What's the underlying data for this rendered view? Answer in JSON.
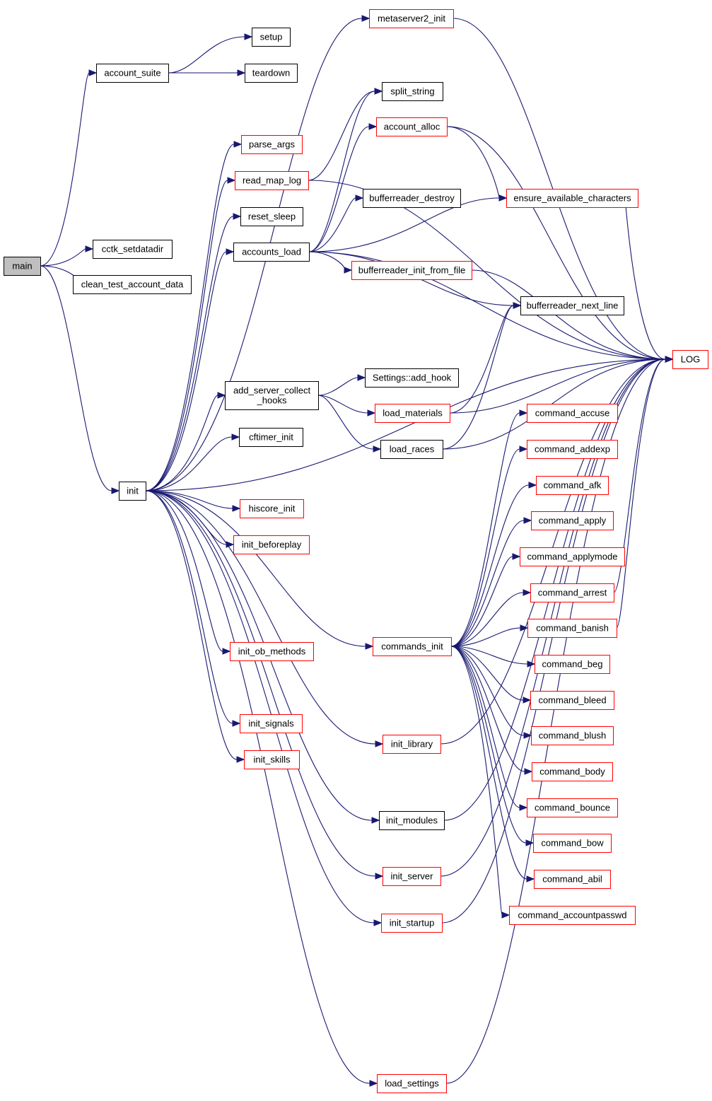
{
  "colors": {
    "edge": "#191970",
    "node_border_default": "#000000",
    "node_border_truncated": "#ff0000",
    "node_fill_root": "#bfbfbf",
    "node_fill": "#ffffff"
  },
  "nodes": [
    {
      "id": "main",
      "label": "main",
      "border": "black",
      "fill": "root"
    },
    {
      "id": "account_suite",
      "label": "account_suite",
      "border": "black"
    },
    {
      "id": "setup",
      "label": "setup",
      "border": "black"
    },
    {
      "id": "teardown",
      "label": "teardown",
      "border": "black"
    },
    {
      "id": "cctk_setdatadir",
      "label": "cctk_setdatadir",
      "border": "black"
    },
    {
      "id": "clean_test_account_data",
      "label": "clean_test_account_data",
      "border": "black"
    },
    {
      "id": "init",
      "label": "init",
      "border": "black"
    },
    {
      "id": "metaserver2_init",
      "label": "metaserver2_init",
      "border": "red"
    },
    {
      "id": "split_string",
      "label": "split_string",
      "border": "black"
    },
    {
      "id": "account_alloc",
      "label": "account_alloc",
      "border": "red"
    },
    {
      "id": "parse_args",
      "label": "parse_args",
      "border": "red"
    },
    {
      "id": "read_map_log",
      "label": "read_map_log",
      "border": "red"
    },
    {
      "id": "bufferreader_destroy",
      "label": "bufferreader_destroy",
      "border": "black"
    },
    {
      "id": "ensure_available_characters",
      "label": "ensure_available_characters",
      "border": "red"
    },
    {
      "id": "reset_sleep",
      "label": "reset_sleep",
      "border": "black"
    },
    {
      "id": "accounts_load",
      "label": "accounts_load",
      "border": "black"
    },
    {
      "id": "bufferreader_init_from_file",
      "label": "bufferreader_init_from_file",
      "border": "red"
    },
    {
      "id": "bufferreader_next_line",
      "label": "bufferreader_next_line",
      "border": "black"
    },
    {
      "id": "LOG",
      "label": "LOG",
      "border": "red"
    },
    {
      "id": "add_server_collect_hooks",
      "label": "add_server_collect\n_hooks",
      "border": "black"
    },
    {
      "id": "settings_add_hook",
      "label": "Settings::add_hook",
      "border": "black"
    },
    {
      "id": "load_materials",
      "label": "load_materials",
      "border": "red"
    },
    {
      "id": "load_races",
      "label": "load_races",
      "border": "black"
    },
    {
      "id": "cftimer_init",
      "label": "cftimer_init",
      "border": "black"
    },
    {
      "id": "command_accuse",
      "label": "command_accuse",
      "border": "red"
    },
    {
      "id": "command_addexp",
      "label": "command_addexp",
      "border": "red"
    },
    {
      "id": "command_afk",
      "label": "command_afk",
      "border": "red"
    },
    {
      "id": "hiscore_init",
      "label": "hiscore_init",
      "border": "red"
    },
    {
      "id": "command_apply",
      "label": "command_apply",
      "border": "red"
    },
    {
      "id": "init_beforeplay",
      "label": "init_beforeplay",
      "border": "red"
    },
    {
      "id": "command_applymode",
      "label": "command_applymode",
      "border": "red"
    },
    {
      "id": "command_arrest",
      "label": "command_arrest",
      "border": "red"
    },
    {
      "id": "command_banish",
      "label": "command_banish",
      "border": "red"
    },
    {
      "id": "init_ob_methods",
      "label": "init_ob_methods",
      "border": "red"
    },
    {
      "id": "commands_init",
      "label": "commands_init",
      "border": "red"
    },
    {
      "id": "command_beg",
      "label": "command_beg",
      "border": "red"
    },
    {
      "id": "command_bleed",
      "label": "command_bleed",
      "border": "red"
    },
    {
      "id": "init_signals",
      "label": "init_signals",
      "border": "red"
    },
    {
      "id": "command_blush",
      "label": "command_blush",
      "border": "red"
    },
    {
      "id": "init_library",
      "label": "init_library",
      "border": "red"
    },
    {
      "id": "init_skills",
      "label": "init_skills",
      "border": "red"
    },
    {
      "id": "command_body",
      "label": "command_body",
      "border": "red"
    },
    {
      "id": "command_bounce",
      "label": "command_bounce",
      "border": "red"
    },
    {
      "id": "init_modules",
      "label": "init_modules",
      "border": "black"
    },
    {
      "id": "command_bow",
      "label": "command_bow",
      "border": "red"
    },
    {
      "id": "init_server",
      "label": "init_server",
      "border": "red"
    },
    {
      "id": "command_abil",
      "label": "command_abil",
      "border": "red"
    },
    {
      "id": "command_accountpasswd",
      "label": "command_accountpasswd",
      "border": "red"
    },
    {
      "id": "init_startup",
      "label": "init_startup",
      "border": "red"
    },
    {
      "id": "load_settings",
      "label": "load_settings",
      "border": "red"
    }
  ],
  "edges": [
    [
      "main",
      "account_suite"
    ],
    [
      "main",
      "cctk_setdatadir"
    ],
    [
      "main",
      "clean_test_account_data"
    ],
    [
      "main",
      "init"
    ],
    [
      "account_suite",
      "setup"
    ],
    [
      "account_suite",
      "teardown"
    ],
    [
      "init",
      "metaserver2_init"
    ],
    [
      "init",
      "LOG"
    ],
    [
      "init",
      "parse_args"
    ],
    [
      "init",
      "read_map_log"
    ],
    [
      "init",
      "reset_sleep"
    ],
    [
      "init",
      "accounts_load"
    ],
    [
      "init",
      "add_server_collect_hooks"
    ],
    [
      "init",
      "cftimer_init"
    ],
    [
      "init",
      "hiscore_init"
    ],
    [
      "init",
      "init_beforeplay"
    ],
    [
      "init",
      "commands_init"
    ],
    [
      "init",
      "init_ob_methods"
    ],
    [
      "init",
      "init_signals"
    ],
    [
      "init",
      "init_skills"
    ],
    [
      "init",
      "init_library"
    ],
    [
      "init",
      "init_modules"
    ],
    [
      "init",
      "init_server"
    ],
    [
      "init",
      "init_startup"
    ],
    [
      "init",
      "load_settings"
    ],
    [
      "metaserver2_init",
      "LOG"
    ],
    [
      "read_map_log",
      "split_string"
    ],
    [
      "read_map_log",
      "LOG"
    ],
    [
      "account_alloc",
      "ensure_available_characters"
    ],
    [
      "account_alloc",
      "LOG"
    ],
    [
      "accounts_load",
      "split_string"
    ],
    [
      "accounts_load",
      "account_alloc"
    ],
    [
      "accounts_load",
      "LOG"
    ],
    [
      "accounts_load",
      "bufferreader_destroy"
    ],
    [
      "accounts_load",
      "ensure_available_characters"
    ],
    [
      "accounts_load",
      "bufferreader_init_from_file"
    ],
    [
      "accounts_load",
      "bufferreader_next_line"
    ],
    [
      "ensure_available_characters",
      "LOG"
    ],
    [
      "bufferreader_init_from_file",
      "LOG"
    ],
    [
      "add_server_collect_hooks",
      "settings_add_hook"
    ],
    [
      "add_server_collect_hooks",
      "load_materials"
    ],
    [
      "add_server_collect_hooks",
      "load_races"
    ],
    [
      "load_materials",
      "bufferreader_next_line"
    ],
    [
      "load_materials",
      "LOG"
    ],
    [
      "load_races",
      "bufferreader_next_line"
    ],
    [
      "load_races",
      "LOG"
    ],
    [
      "commands_init",
      "command_accuse"
    ],
    [
      "commands_init",
      "command_addexp"
    ],
    [
      "commands_init",
      "command_afk"
    ],
    [
      "commands_init",
      "command_apply"
    ],
    [
      "commands_init",
      "command_applymode"
    ],
    [
      "commands_init",
      "command_arrest"
    ],
    [
      "commands_init",
      "command_banish"
    ],
    [
      "commands_init",
      "command_beg"
    ],
    [
      "commands_init",
      "command_bleed"
    ],
    [
      "commands_init",
      "command_blush"
    ],
    [
      "commands_init",
      "command_body"
    ],
    [
      "commands_init",
      "command_bounce"
    ],
    [
      "commands_init",
      "command_bow"
    ],
    [
      "commands_init",
      "command_abil"
    ],
    [
      "commands_init",
      "command_accountpasswd"
    ],
    [
      "command_arrest",
      "LOG"
    ],
    [
      "command_banish",
      "LOG"
    ],
    [
      "init_library",
      "LOG"
    ],
    [
      "init_modules",
      "LOG"
    ],
    [
      "init_server",
      "LOG"
    ],
    [
      "init_startup",
      "LOG"
    ],
    [
      "load_settings",
      "LOG"
    ]
  ]
}
